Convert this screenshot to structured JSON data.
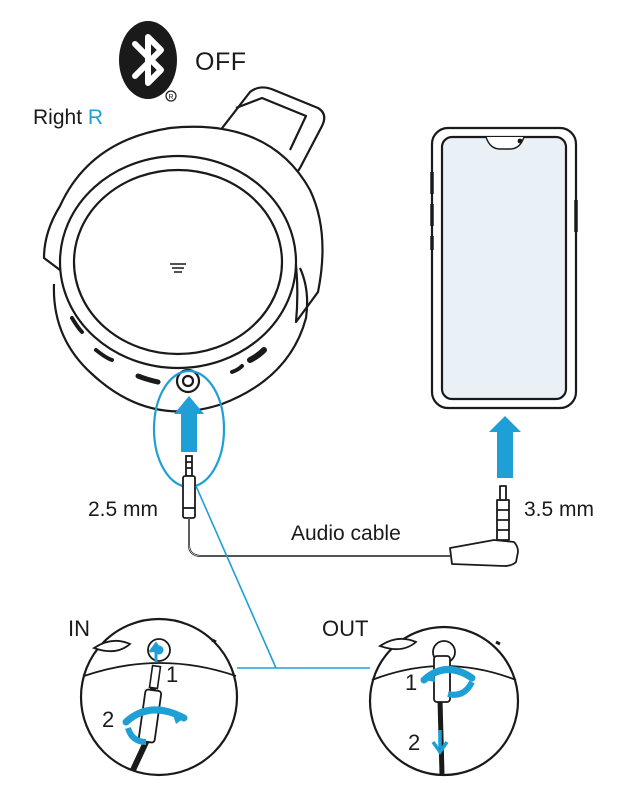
{
  "bluetooth": {
    "status": "OFF",
    "icon": "bluetooth-registered-icon"
  },
  "side": {
    "prefix": "Right",
    "letter": "R"
  },
  "connectors": {
    "headphone_plug": "2.5 mm",
    "device_plug": "3.5 mm"
  },
  "cable": {
    "label": "Audio cable"
  },
  "detail_in": {
    "title": "IN",
    "step1": "1",
    "step2": "2"
  },
  "detail_out": {
    "title": "OUT",
    "step1": "1",
    "step2": "2"
  },
  "colors": {
    "accent": "#1e9fd6",
    "line": "#1a1a1a",
    "screen": "#e9f0f6"
  }
}
